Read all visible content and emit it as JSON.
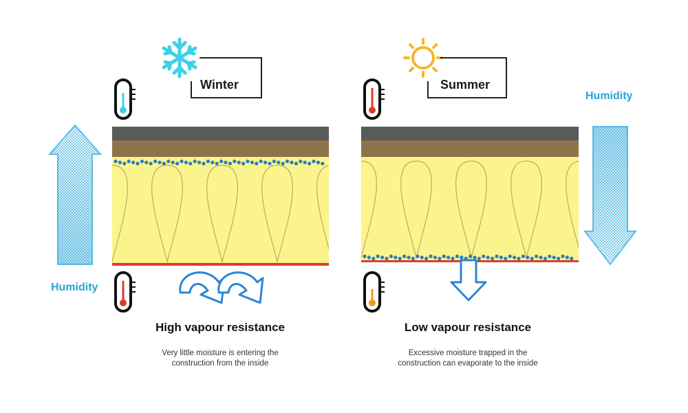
{
  "winter": {
    "season_label": "Winter",
    "title": "High vapour resistance",
    "caption_line1": "Very little moisture is entering the",
    "caption_line2": "construction from the inside",
    "humidity_label": "Humidity"
  },
  "summer": {
    "season_label": "Summer",
    "title": "Low vapour resistance",
    "caption_line1": "Excessive moisture trapped in the",
    "caption_line2": "construction can evaporate to the inside",
    "humidity_label": "Humidity"
  },
  "colors": {
    "roof_dark": "#5a5a5a",
    "roof_brown": "#8f7348",
    "insulation": "#fbf48c",
    "membrane_red": "#e03a2e",
    "moisture_dot": "#2a7fb8",
    "humidity_blue": "#27a3d8",
    "snowflake": "#3fd0e8",
    "sun": "#f2b829"
  },
  "icons": [
    "snowflake-icon",
    "sun-icon",
    "thermometer-cold-icon",
    "thermometer-hot-icon",
    "thermometer-warm-icon",
    "humidity-up-arrow",
    "humidity-down-arrow",
    "curved-arrows",
    "down-arrow"
  ]
}
